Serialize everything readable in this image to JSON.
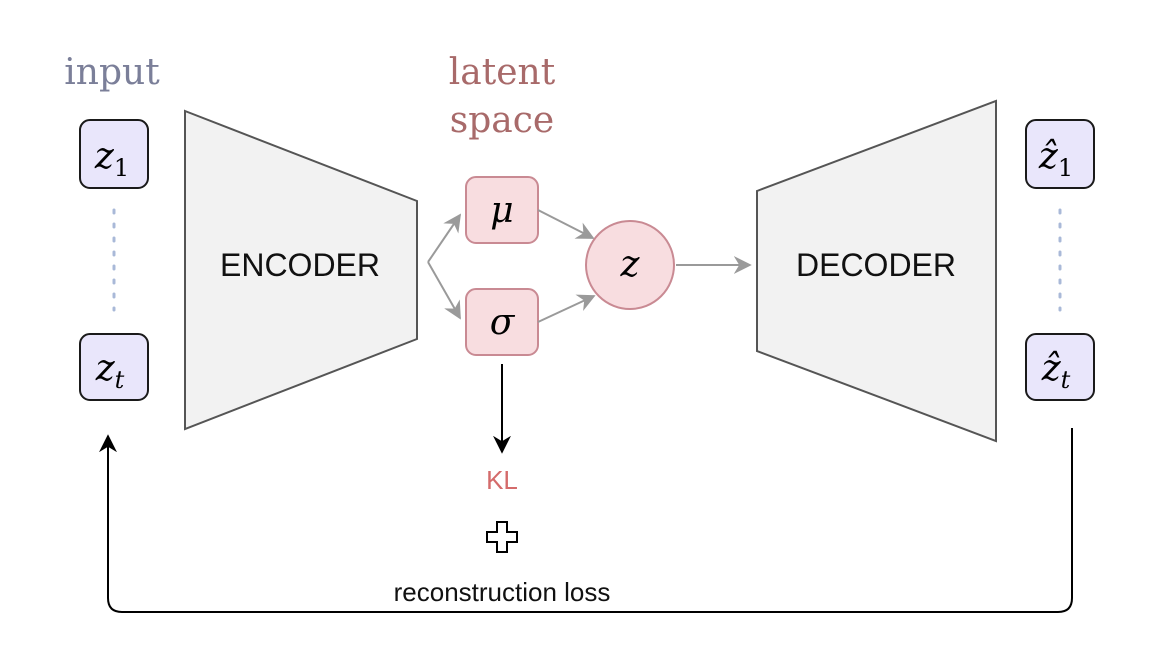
{
  "labels": {
    "input": "input",
    "latent_line1": "latent",
    "latent_line2": "space",
    "encoder": "ENCODER",
    "decoder": "DECODER",
    "kl": "KL",
    "reconstruction": "reconstruction loss"
  },
  "nodes": {
    "input_first": {
      "base": "z",
      "sub": "1"
    },
    "input_last": {
      "base": "z",
      "sub": "t"
    },
    "mu": "μ",
    "sigma": "σ",
    "z": "z",
    "output_first": {
      "base": "ẑ",
      "sub": "1"
    },
    "output_last": {
      "base": "ẑ",
      "sub": "t"
    }
  },
  "colors": {
    "input_label": "#7b7f99",
    "latent_label": "#a86a6a",
    "kl_label": "#d46b6b",
    "input_box_fill": "#e9e6fb",
    "input_box_stroke": "#1a1a1a",
    "latent_fill": "#f8dde0",
    "latent_stroke": "#c98a93",
    "trapezoid_fill": "#f2f2f2",
    "trapezoid_stroke": "#555555",
    "dots": "#a9b9d8",
    "gray_arrow": "#9a9a9a"
  }
}
